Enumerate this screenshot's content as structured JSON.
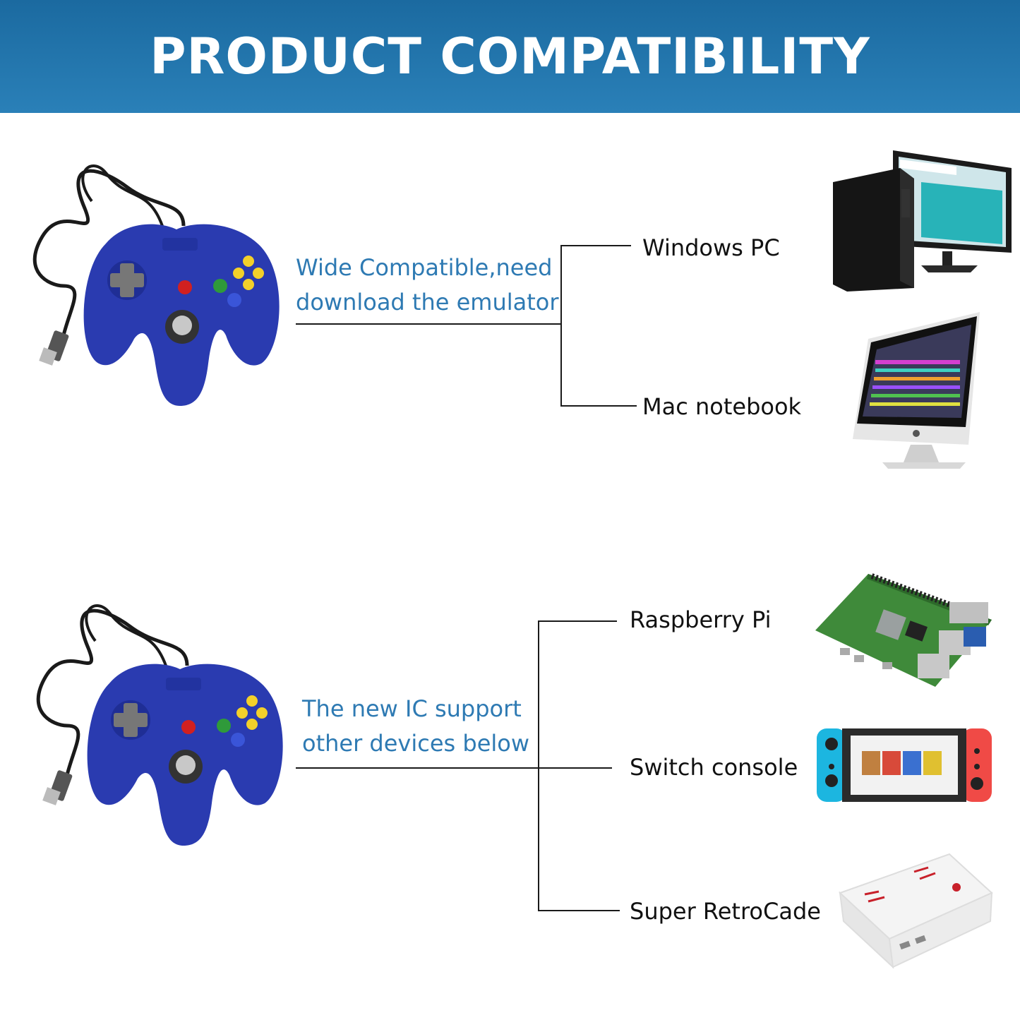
{
  "banner": {
    "title": "PRODUCT COMPATIBILITY"
  },
  "section1": {
    "desc_line1": "Wide Compatible,need",
    "desc_line2": "download the emulator",
    "devices": [
      "Windows PC",
      "Mac notebook"
    ]
  },
  "section2": {
    "desc_line1": "The new IC support",
    "desc_line2": "other devices below",
    "devices": [
      "Raspberry Pi",
      "Switch console",
      "Super RetroCade"
    ]
  },
  "icons": [
    "controller-icon",
    "desktop-pc-icon",
    "imac-icon",
    "raspberry-pi-icon",
    "switch-console-icon",
    "retrocade-icon"
  ],
  "colors": {
    "banner": "#1b6aa0",
    "accent_text": "#2e7ab3",
    "controller": "#2a3bb0"
  }
}
